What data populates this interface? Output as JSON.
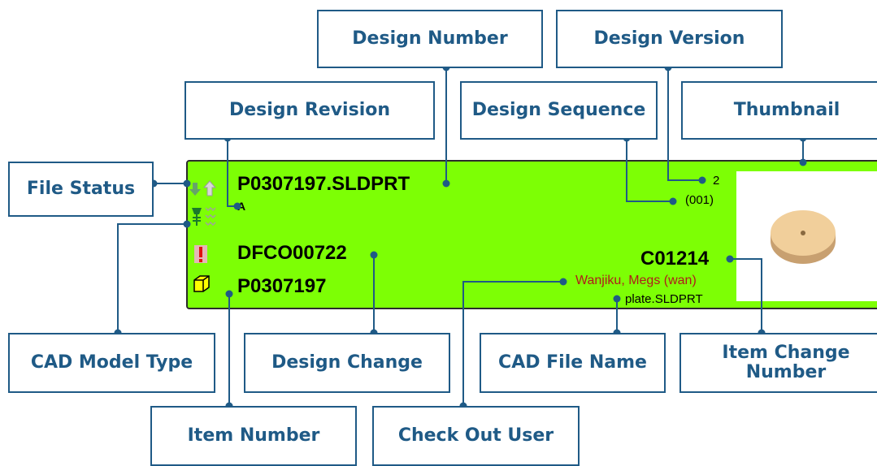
{
  "colors": {
    "card_background": "#7dff05",
    "callout": "#1f5a86",
    "checkout_user": "#b01b1b"
  },
  "labels": {
    "design_number": "Design Number",
    "design_version": "Design Version",
    "design_revision": "Design Revision",
    "design_sequence": "Design Sequence",
    "thumbnail": "Thumbnail",
    "file_status": "File Status",
    "cad_model_type": "CAD Model Type",
    "design_change": "Design Change",
    "cad_file_name": "CAD File Name",
    "item_change_number": "Item Change Number",
    "item_number": "Item Number",
    "check_out_user": "Check Out User"
  },
  "card": {
    "design_number": "P0307197.SLDPRT",
    "design_revision": "A",
    "design_change": "DFCO00722",
    "item_number": "P0307197",
    "design_version": "2",
    "design_sequence": "(001)",
    "item_change_number": "C01214",
    "check_out_user": "Wanjiku, Megs (wan)",
    "cad_file_name": "plate.SLDPRT",
    "icons": [
      "file-status-icon",
      "cad-model-type-icon",
      "design-change-warning-icon",
      "item-cube-icon",
      "thumbnail-disc"
    ]
  }
}
